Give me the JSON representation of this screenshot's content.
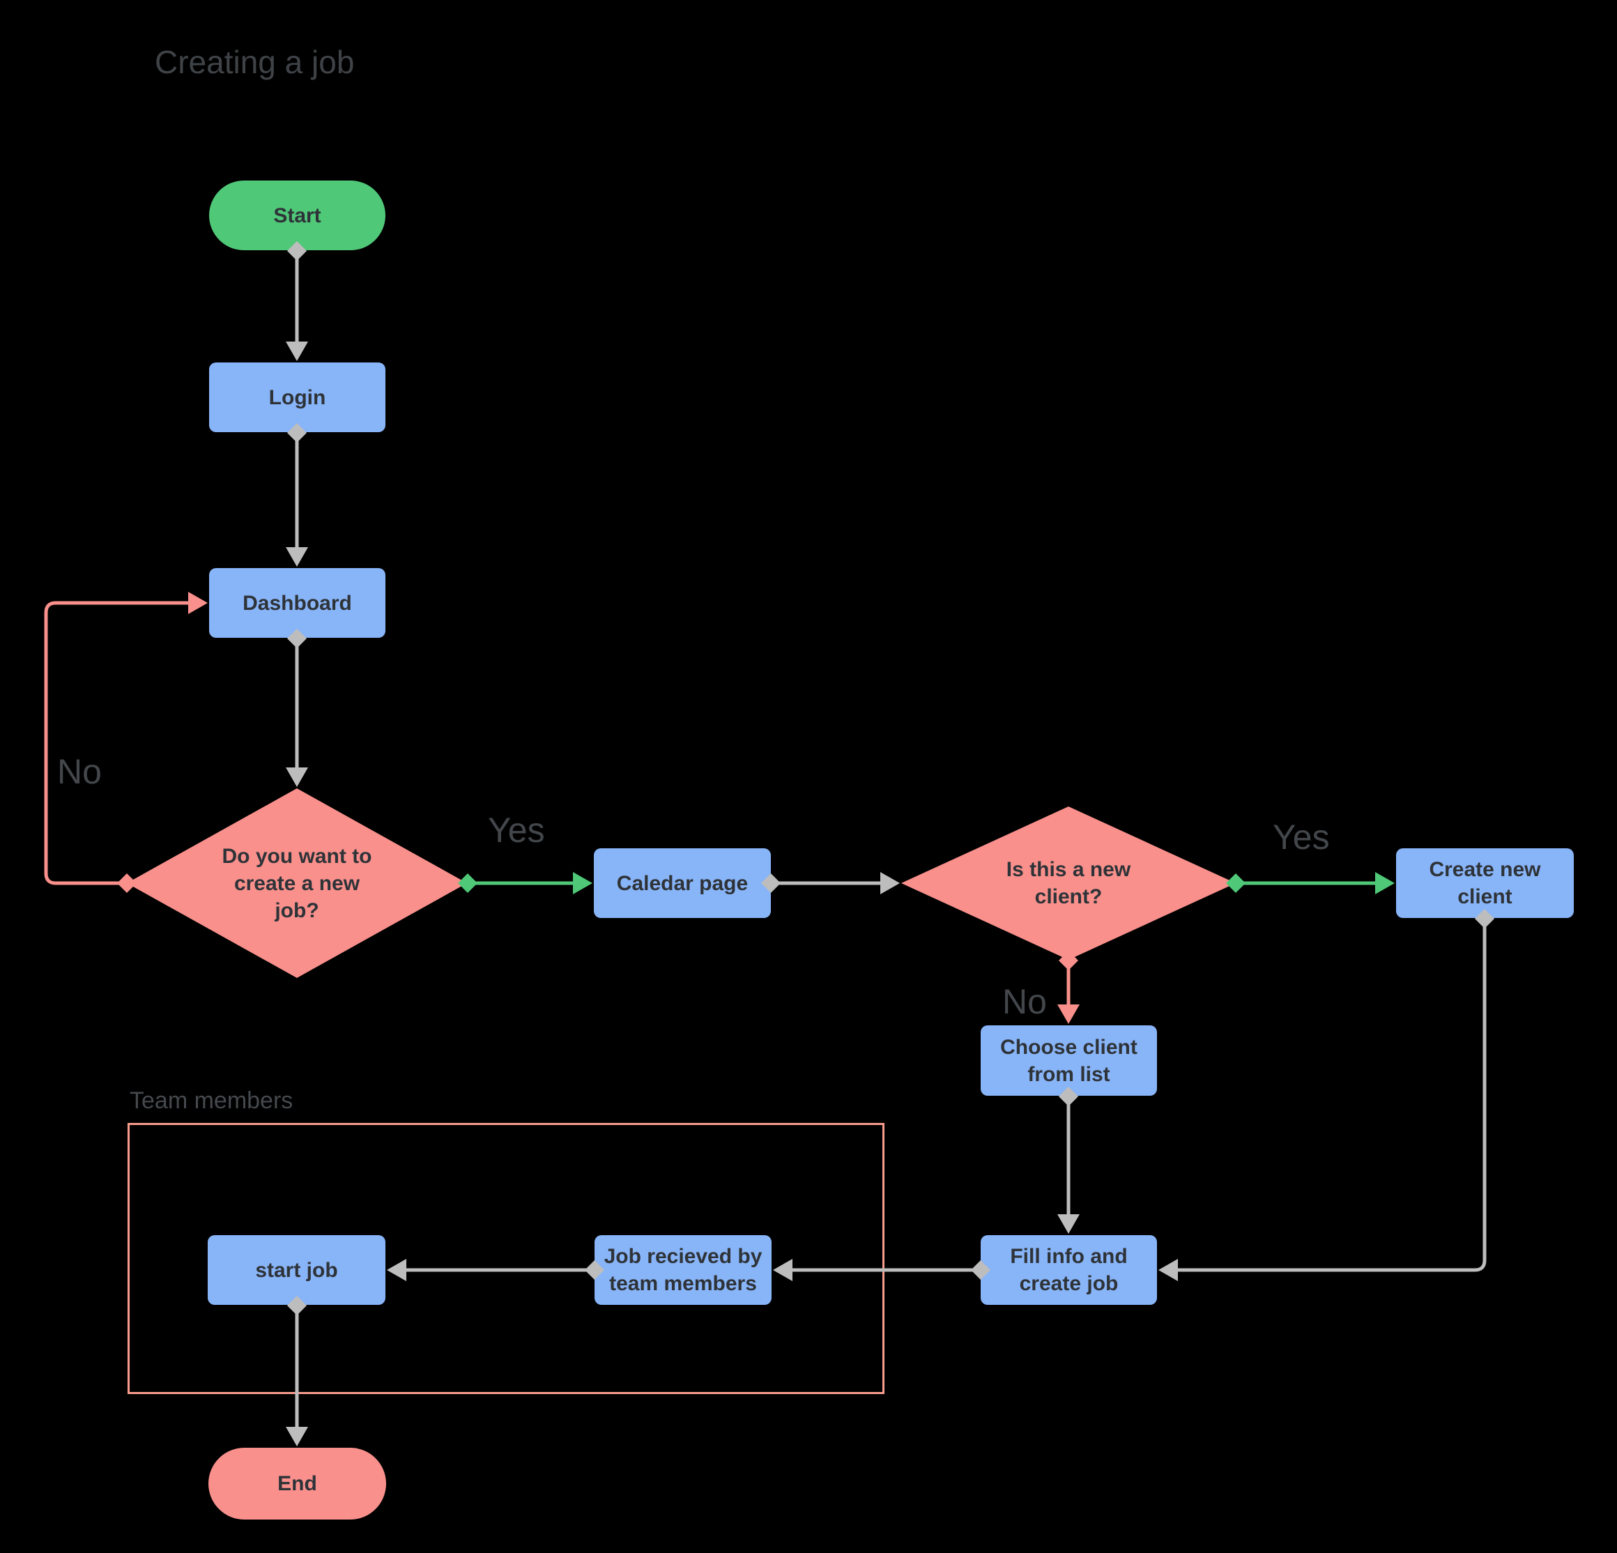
{
  "title": "Creating a job",
  "nodes": {
    "start": {
      "label": "Start",
      "type": "terminator",
      "color": "#4fc878"
    },
    "login": {
      "label": "Login",
      "type": "process",
      "color": "#88b4f8"
    },
    "dashboard": {
      "label": "Dashboard",
      "type": "process",
      "color": "#88b4f8"
    },
    "decision_new_job": {
      "label": "Do you want to\ncreate a new\njob?",
      "type": "decision",
      "color": "#f9908c"
    },
    "calendar_page": {
      "label": "Caledar page",
      "type": "process",
      "color": "#88b4f8"
    },
    "decision_new_client": {
      "label": "Is this a new\nclient?",
      "type": "decision",
      "color": "#f9908c"
    },
    "create_new_client": {
      "label": "Create new\nclient",
      "type": "process",
      "color": "#88b4f8"
    },
    "choose_client": {
      "label": "Choose client\nfrom list",
      "type": "process",
      "color": "#88b4f8"
    },
    "fill_info": {
      "label": "Fill info and\ncreate job",
      "type": "process",
      "color": "#88b4f8"
    },
    "job_received": {
      "label": "Job recieved by\nteam members",
      "type": "process",
      "color": "#88b4f8"
    },
    "start_job": {
      "label": "start job",
      "type": "process",
      "color": "#88b4f8"
    },
    "end": {
      "label": "End",
      "type": "terminator",
      "color": "#f9908c"
    }
  },
  "edge_labels": {
    "yes_new_job": "Yes",
    "no_new_job": "No",
    "yes_new_client": "Yes",
    "no_new_client": "No"
  },
  "container": {
    "label": "Team members"
  },
  "colors": {
    "background": "#000000",
    "node_blue": "#88b4f8",
    "node_green": "#4fc878",
    "node_pink": "#f9908c",
    "node_text": "#2e3338",
    "connector_gray": "#bdbdbd",
    "connector_green": "#4fc878",
    "connector_pink": "#f9908c",
    "container_border": "#f89c8d",
    "label_text": "#43474b",
    "title_text": "#3f4347"
  }
}
